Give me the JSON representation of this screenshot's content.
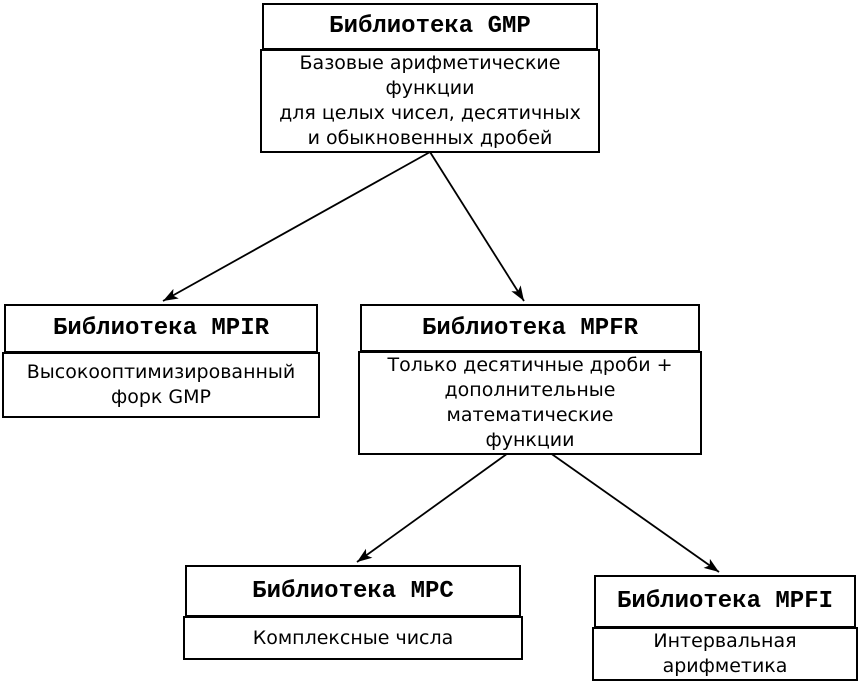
{
  "diagram": {
    "title": "GMP library family diagram",
    "colors": {
      "background": "#ffffff",
      "box_fill": "#ffffff",
      "border": "#000000",
      "text": "#000000",
      "arrow": "#000000"
    },
    "nodes": {
      "gmp": {
        "title": "Библиотека GMP",
        "body_lines": [
          "Базовые арифметические функции",
          "для целых чисел, десятичных",
          "и обыкновенных дробей"
        ]
      },
      "mpir": {
        "title": "Библиотека MPIR",
        "body_lines": [
          "Высокооптимизированный",
          "форк GMP"
        ]
      },
      "mpfr": {
        "title": "Библиотека MPFR",
        "body_lines": [
          "Только десятичные дроби +",
          "дополнительные математические",
          "функции"
        ]
      },
      "mpc": {
        "title": "Библиотека MPC",
        "body_lines": [
          "Комплексные числа"
        ]
      },
      "mpfi": {
        "title": "Библиотека MPFI",
        "body_lines": [
          "Интервальная арифметика"
        ]
      }
    },
    "edges": [
      {
        "from": "gmp",
        "to": "mpir"
      },
      {
        "from": "gmp",
        "to": "mpfr"
      },
      {
        "from": "mpfr",
        "to": "mpc"
      },
      {
        "from": "mpfr",
        "to": "mpfi"
      }
    ]
  }
}
